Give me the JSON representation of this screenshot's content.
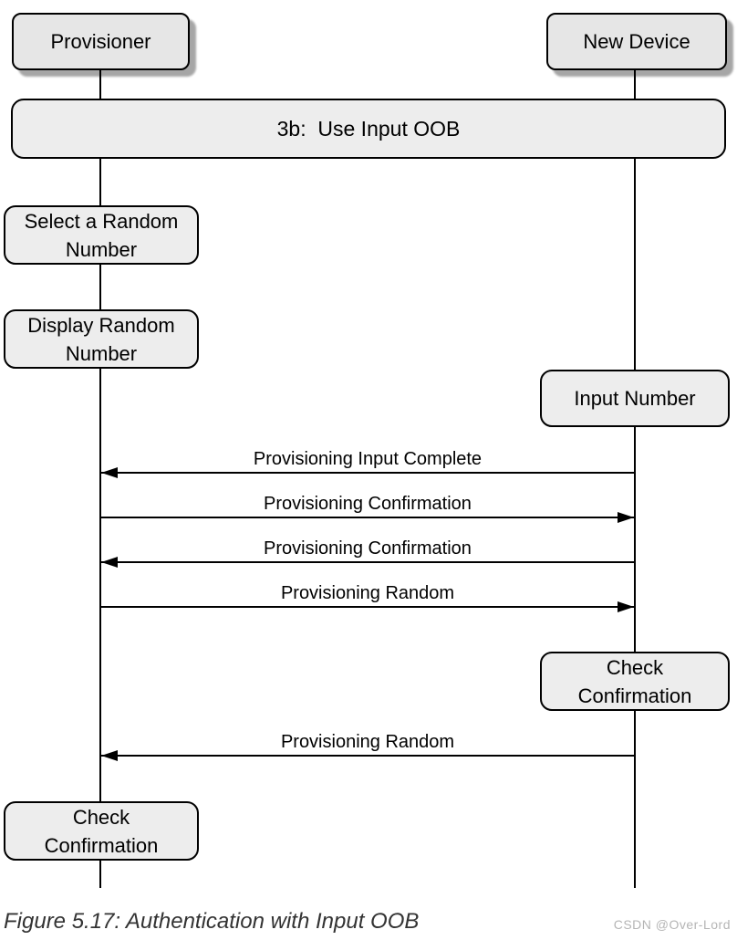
{
  "colors": {
    "background": "#ffffff",
    "box_fill": "#ededed",
    "actor_fill": "#e6e6e6",
    "line": "#000000",
    "caption_text": "#333333",
    "watermark_text": "#b5b5b5"
  },
  "actors": [
    {
      "label": "Provisioner"
    },
    {
      "label": "New Device"
    }
  ],
  "banner": {
    "label": "3b:  Use Input OOB"
  },
  "nodes": [
    {
      "lane": "provisioner",
      "label": "Select a Random\nNumber"
    },
    {
      "lane": "provisioner",
      "label": "Display Random\nNumber"
    },
    {
      "lane": "new-device",
      "label": "Input Number"
    },
    {
      "lane": "new-device",
      "label": "Check\nConfirmation"
    },
    {
      "lane": "provisioner",
      "label": "Check\nConfirmation"
    }
  ],
  "messages": [
    {
      "label": "Provisioning Input Complete",
      "direction": "left"
    },
    {
      "label": "Provisioning Confirmation",
      "direction": "right"
    },
    {
      "label": "Provisioning Confirmation",
      "direction": "left"
    },
    {
      "label": "Provisioning Random",
      "direction": "right"
    },
    {
      "label": "Provisioning Random",
      "direction": "left"
    }
  ],
  "caption": "Figure 5.17: Authentication with Input OOB",
  "watermark": "CSDN @Over-Lord"
}
